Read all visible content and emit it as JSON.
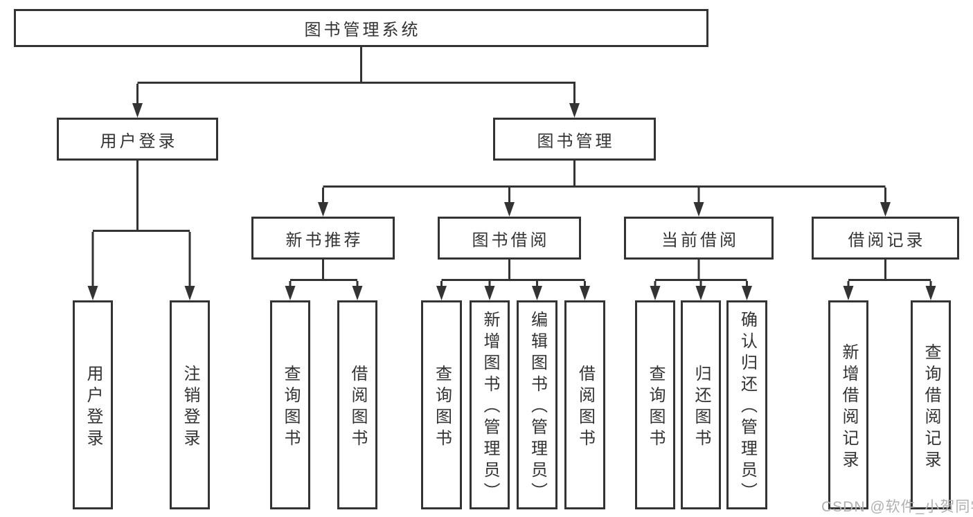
{
  "title": "图书管理系统",
  "watermark": "CSDN @软件_小贺同学",
  "colors": {
    "line": "#333333",
    "text": "#333333",
    "box_background": "#ffffff",
    "watermark": "#b0b0b0"
  },
  "tree": {
    "root": {
      "label": "图书管理系统",
      "children": [
        {
          "label": "用户登录",
          "children": [
            {
              "label": "用户登录"
            },
            {
              "label": "注销登录"
            }
          ]
        },
        {
          "label": "图书管理",
          "children": [
            {
              "label": "新书推荐",
              "children": [
                {
                  "label": "查询图书"
                },
                {
                  "label": "借阅图书"
                }
              ]
            },
            {
              "label": "图书借阅",
              "children": [
                {
                  "label": "查询图书"
                },
                {
                  "label": "新增图书（管理员）"
                },
                {
                  "label": "编辑图书（管理员）"
                },
                {
                  "label": "借阅图书"
                }
              ]
            },
            {
              "label": "当前借阅",
              "children": [
                {
                  "label": "查询图书"
                },
                {
                  "label": "归还图书"
                },
                {
                  "label": "确认归还（管理员）"
                }
              ]
            },
            {
              "label": "借阅记录",
              "children": [
                {
                  "label": "新增借阅记录"
                },
                {
                  "label": "查询借阅记录"
                }
              ]
            }
          ]
        }
      ]
    }
  }
}
